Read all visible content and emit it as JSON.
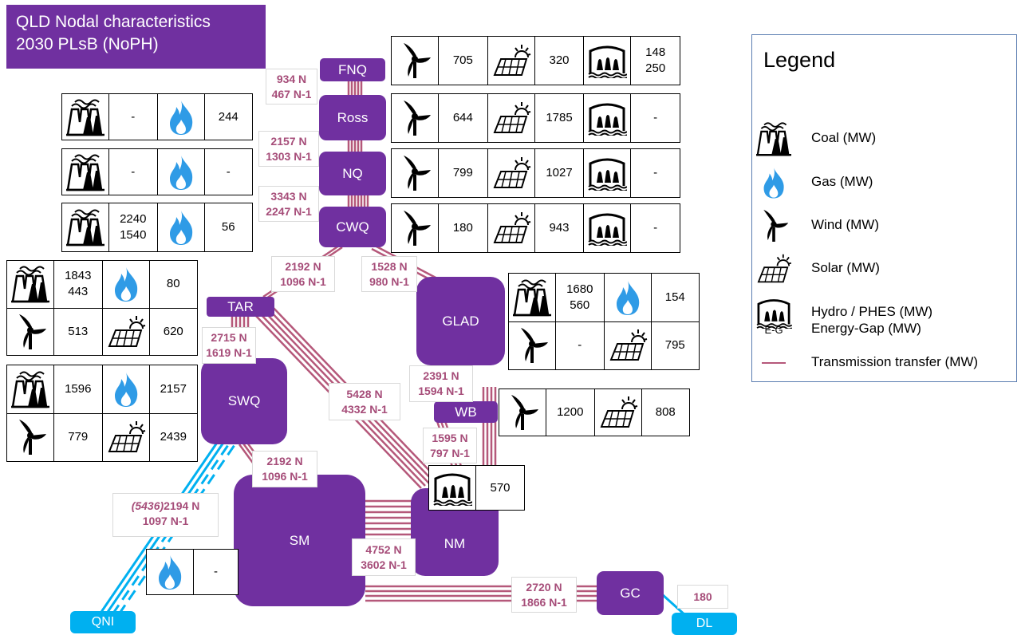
{
  "title": {
    "line1": "QLD Nodal characteristics",
    "line2": "2030 PLsB (NoPH)"
  },
  "nodes": {
    "FNQ": "FNQ",
    "Ross": "Ross",
    "NQ": "NQ",
    "CWQ": "CWQ",
    "TAR": "TAR",
    "GLAD": "GLAD",
    "SWQ": "SWQ",
    "WB": "WB",
    "SM": "SM",
    "NM": "NM",
    "GC": "GC",
    "QNI": "QNI",
    "DL": "DL"
  },
  "flows": {
    "fnq_ross": {
      "n": "934 N",
      "n1": "467 N-1"
    },
    "ross_nq": {
      "n": "2157 N",
      "n1": "1303 N-1"
    },
    "nq_cwq": {
      "n": "3343 N",
      "n1": "2247 N-1"
    },
    "cwq_tar": {
      "n": "2192 N",
      "n1": "1096 N-1"
    },
    "cwq_glad": {
      "n": "1528 N",
      "n1": "980 N-1"
    },
    "tar_swq": {
      "n": "2715 N",
      "n1": "1619 N-1"
    },
    "tar_nm": {
      "n": "5428 N",
      "n1": "4332 N-1"
    },
    "glad_wb": {
      "n": "2391 N",
      "n1": "1594 N-1"
    },
    "wb_nm": {
      "n": "1595 N",
      "n1": "797 N-1"
    },
    "swq_sm": {
      "n": "2192 N",
      "n1": "1096 N-1"
    },
    "qni": {
      "import": "(5436)",
      "n": "2194 N",
      "n1": "1097 N-1"
    },
    "sm_nm": {
      "n": "4752 N",
      "n1": "3602 N-1"
    },
    "sm_gc": {
      "n": "2720 N",
      "n1": "1866 N-1"
    },
    "gc_dl": "180"
  },
  "gen": {
    "fnq": {
      "wind": "705",
      "solar": "320",
      "hydro_1": "148",
      "hydro_2": "250"
    },
    "ross": {
      "wind": "644",
      "solar": "1785",
      "hydro": "-",
      "coal": "-",
      "gas": "244"
    },
    "nq": {
      "wind": "799",
      "solar": "1027",
      "hydro": "-",
      "coal": "-",
      "gas": "-"
    },
    "cwq": {
      "wind": "180",
      "solar": "943",
      "hydro": "-",
      "coal_1": "2240",
      "coal_2": "1540",
      "gas": "56"
    },
    "tar": {
      "coal_1": "1843",
      "coal_2": "443",
      "gas": "80",
      "wind": "513",
      "solar": "620"
    },
    "swq": {
      "coal": "1596",
      "gas": "2157",
      "wind": "779",
      "solar": "2439"
    },
    "glad": {
      "coal_1": "1680",
      "coal_2": "560",
      "gas": "154",
      "wind": "-",
      "solar": "795"
    },
    "wb": {
      "wind": "1200",
      "solar": "808"
    },
    "nm": {
      "hydro": "570"
    },
    "sm": {
      "gas": "-"
    }
  },
  "legend": {
    "title": "Legend",
    "eg_symbol": "E-G",
    "items": [
      "Coal (MW)",
      "Gas (MW)",
      "Wind (MW)",
      "Solar (MW)",
      "Hydro / PHES (MW)",
      "Energy-Gap (MW)",
      "Transmission transfer (MW)"
    ]
  },
  "colors": {
    "node": "#7030A0",
    "interconnector": "#00B0F0",
    "transmission": "#B5587A",
    "flow_text": "#A64D79",
    "gas_icon": "#2F9BE6"
  }
}
